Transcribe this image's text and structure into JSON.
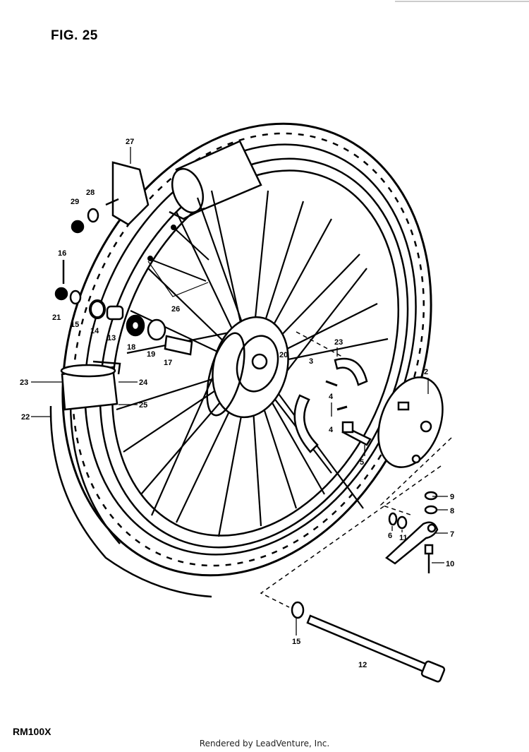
{
  "figure": {
    "title": "FIG. 25",
    "model": "RM100X",
    "credit": "Rendered by LeadVenture, Inc."
  },
  "callouts": [
    {
      "id": "c2",
      "text": "2"
    },
    {
      "id": "c3",
      "text": "3"
    },
    {
      "id": "c4a",
      "text": "4"
    },
    {
      "id": "c4b",
      "text": "4"
    },
    {
      "id": "c5",
      "text": "5"
    },
    {
      "id": "c6",
      "text": "6"
    },
    {
      "id": "c7",
      "text": "7"
    },
    {
      "id": "c8",
      "text": "8"
    },
    {
      "id": "c9",
      "text": "9"
    },
    {
      "id": "c10",
      "text": "10"
    },
    {
      "id": "c11",
      "text": "11"
    },
    {
      "id": "c12",
      "text": "12"
    },
    {
      "id": "c13",
      "text": "13"
    },
    {
      "id": "c14",
      "text": "14"
    },
    {
      "id": "c15a",
      "text": "15"
    },
    {
      "id": "c15b",
      "text": "15"
    },
    {
      "id": "c16",
      "text": "16"
    },
    {
      "id": "c17",
      "text": "17"
    },
    {
      "id": "c18",
      "text": "18"
    },
    {
      "id": "c19",
      "text": "19"
    },
    {
      "id": "c20",
      "text": "20"
    },
    {
      "id": "c21",
      "text": "21"
    },
    {
      "id": "c22",
      "text": "22"
    },
    {
      "id": "c23a",
      "text": "23"
    },
    {
      "id": "c23b",
      "text": "23"
    },
    {
      "id": "c24",
      "text": "24"
    },
    {
      "id": "c25",
      "text": "25"
    },
    {
      "id": "c26",
      "text": "26"
    },
    {
      "id": "c27",
      "text": "27"
    },
    {
      "id": "c28",
      "text": "28"
    },
    {
      "id": "c29",
      "text": "29"
    }
  ]
}
